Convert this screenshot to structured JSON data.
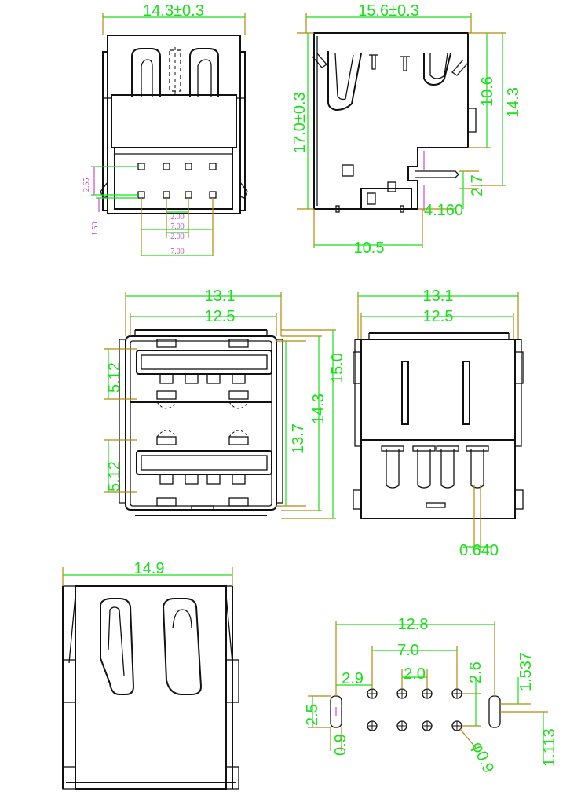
{
  "dimensions": {
    "top_left": {
      "width": "14.3±0.3",
      "row_spacing": "2.65",
      "pin_height": "1.50",
      "pitch_a": "2.00",
      "span_a": "7.00",
      "pitch_b": "2.00",
      "span_b": "7.00"
    },
    "top_right": {
      "width": "15.6±0.3",
      "height": "17.0±0.3",
      "upper": "10.6",
      "total": "14.3",
      "offset": "2.7",
      "foot": "4.160",
      "depth": "10.5"
    },
    "front": {
      "outer_width": "13.1",
      "inner_width": "12.5",
      "port_top": "5.12",
      "port_bottom": "5.12",
      "inner_height": "13.7",
      "mid_height": "14.3",
      "outer_height": "15.0"
    },
    "back": {
      "outer_width": "13.1",
      "inner_width": "12.5",
      "pin_width": "0.640"
    },
    "side": {
      "width": "14.9"
    },
    "footprint": {
      "total": "12.8",
      "pin_span": "7.0",
      "pin_pitch": "2.0",
      "pitch_left": "2.9",
      "pitch_right": "2.6",
      "slot_offset": "1.537",
      "slot_length": "2.5",
      "slot_width": "0.9",
      "hole_diameter": "φ0.9",
      "slot_height": "1.113"
    }
  }
}
